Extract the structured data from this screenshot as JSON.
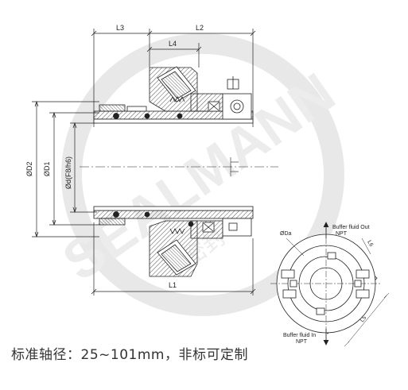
{
  "watermark": {
    "brand": "SEALMANN",
    "cn": "密封"
  },
  "dimensions": {
    "L1": "L1",
    "L2": "L2",
    "L3": "L3",
    "L4": "L4",
    "L5": "L5",
    "L6": "L6",
    "D1": "ØD1",
    "D2": "ØD2",
    "d": "Ød(F8/h6)",
    "Da": "ØDa"
  },
  "ports": {
    "out_label": "Buffer fluid Out",
    "out_thread": "NPT",
    "in_label": "Buffer fluid In",
    "in_thread": "NPT"
  },
  "caption": "标准轴径：25~101mm，非标可定制",
  "colors": {
    "line": "#222222",
    "hatch": "#555555",
    "watermark": "#e6e6e6"
  }
}
